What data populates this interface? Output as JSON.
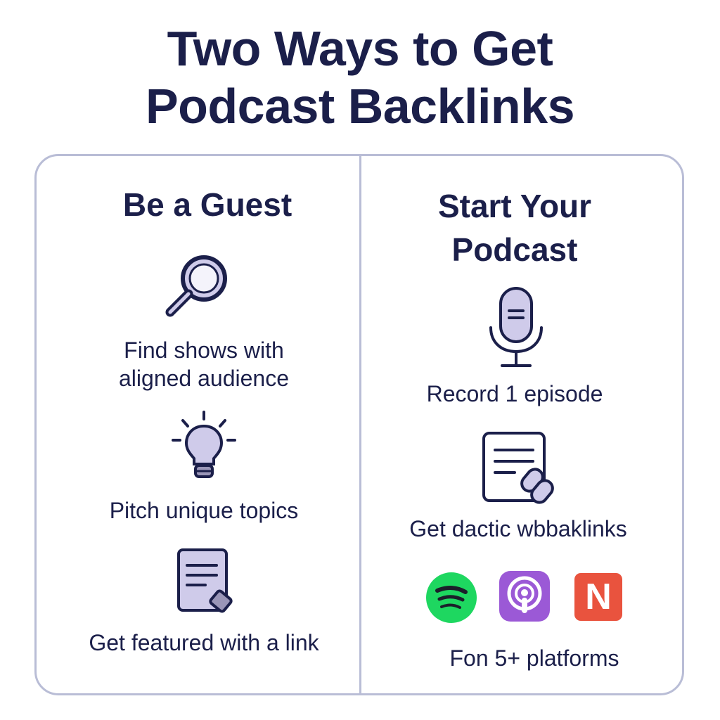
{
  "title": {
    "line1": "Two Ways to Get",
    "line2": "Podcast Backlinks"
  },
  "left": {
    "heading": "Be a Guest",
    "steps": [
      {
        "icon": "magnifier-icon",
        "line1": "Find shows with",
        "line2": "aligned audience"
      },
      {
        "icon": "lightbulb-icon",
        "text": "Pitch unique topics"
      },
      {
        "icon": "document-tag-icon",
        "text": "Get featured with a link"
      }
    ]
  },
  "right": {
    "heading": {
      "line1": "Start Your",
      "line2": "Podcast"
    },
    "steps": [
      {
        "icon": "microphone-icon",
        "text": "Record 1 episode"
      },
      {
        "icon": "document-link-icon",
        "text": "Get dactic wbbaklinks"
      },
      {
        "icon": "platform-icons",
        "text": "Fon 5+ platforms"
      }
    ],
    "platforms": [
      {
        "name": "spotify-icon",
        "color": "#1ed760"
      },
      {
        "name": "apple-podcasts-icon",
        "color": "#9b59d6"
      },
      {
        "name": "n-app-icon",
        "color": "#e9533e",
        "glyph": "N"
      }
    ]
  },
  "colors": {
    "navy": "#1b1f4a",
    "lavender": "#cfcbea",
    "border": "#b9bdd6"
  }
}
